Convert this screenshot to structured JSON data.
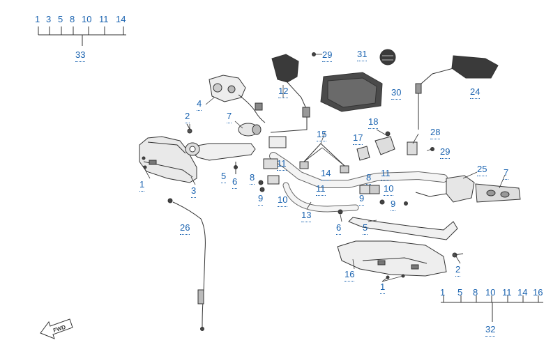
{
  "group_33": {
    "numbers": [
      "1",
      "3",
      "5",
      "8",
      "10",
      "11",
      "14"
    ],
    "total": "33"
  },
  "group_32": {
    "numbers": [
      "1",
      "5",
      "8",
      "10",
      "11",
      "14",
      "16"
    ],
    "total": "32"
  },
  "callouts": {
    "c1a": "1",
    "c1b": "1",
    "c2a": "2",
    "c2b": "2",
    "c3": "3",
    "c4": "4",
    "c5a": "5",
    "c5b": "5",
    "c6a": "6",
    "c6b": "6",
    "c7a": "7",
    "c7b": "7",
    "c8a": "8",
    "c8b": "8",
    "c9a": "9",
    "c9b": "9",
    "c9c": "9",
    "c10a": "10",
    "c10b": "10",
    "c11a": "11",
    "c11b": "11",
    "c11c": "11",
    "c12": "12",
    "c13": "13",
    "c14": "14",
    "c15": "15",
    "c16": "16",
    "c17": "17",
    "c18": "18",
    "c24": "24",
    "c25": "25",
    "c26": "26",
    "c28": "28",
    "c29a": "29",
    "c29b": "29",
    "c30": "30",
    "c31": "31"
  },
  "fwd_label": "FWD",
  "colors": {
    "callout": "#1a63b0",
    "line": "#333333",
    "shade": "#9a9a9a"
  }
}
